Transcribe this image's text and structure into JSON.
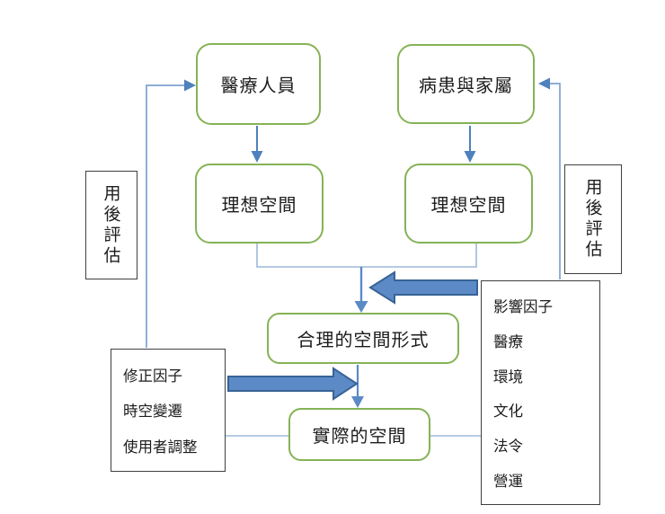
{
  "nodes": {
    "medical_staff": "醫療人員",
    "patients_families": "病患與家屬",
    "ideal_space_left": "理想空間",
    "ideal_space_right": "理想空間",
    "rational_space_form": "合理的空間形式",
    "actual_space": "實際的空間",
    "post_occupancy_left": "用後評估",
    "post_occupancy_right": "用後評估"
  },
  "correction_box": {
    "lines": [
      "修正因子",
      "時空變遷",
      "使用者調整"
    ]
  },
  "influence_box": {
    "lines": [
      "影響因子",
      "醫療",
      "環境",
      "文化",
      "法令",
      "營運"
    ]
  },
  "colors": {
    "node_border_green": "#85b356",
    "arrow_blue": "#4e81bd",
    "feedback_line_blue": "#7da3d0",
    "bracket_light_blue": "#9db9da",
    "block_arrow_fill": "#5b8ac6",
    "block_arrow_stroke": "#386395",
    "plain_box_border": "#3f3f3f",
    "text": "#1c1c1c",
    "background": "#ffffff"
  }
}
